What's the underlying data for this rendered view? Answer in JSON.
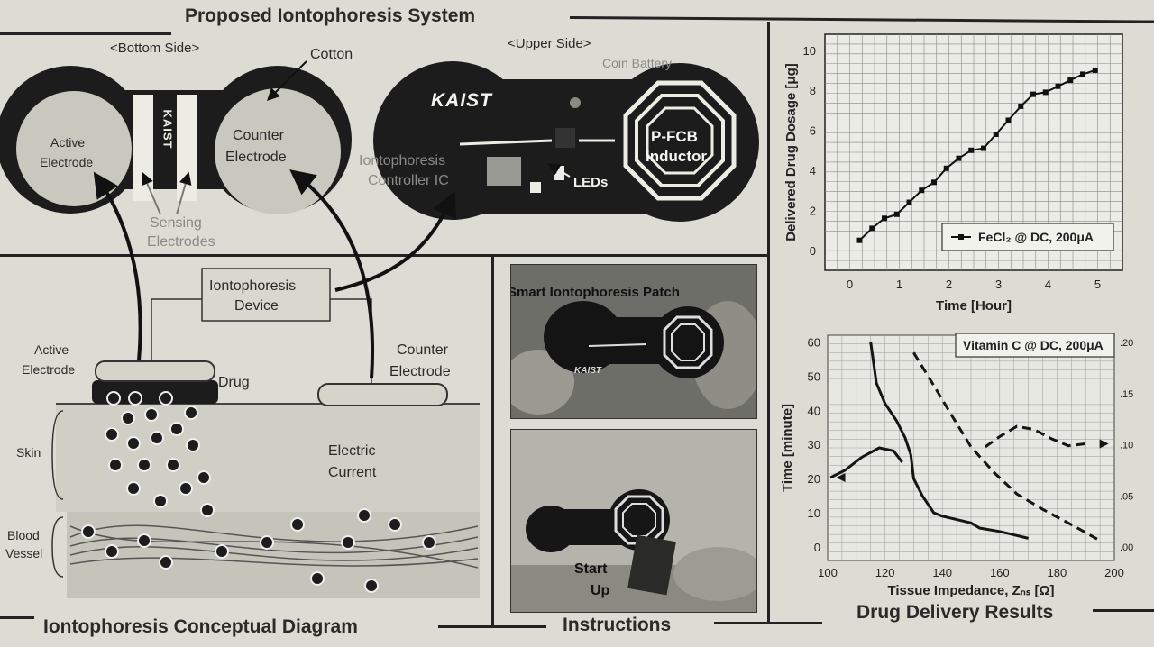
{
  "titles": {
    "system": "Proposed Iontophoresis System",
    "conceptual": "Iontophoresis Conceptual Diagram",
    "instructions": "Instructions",
    "results": "Drug Delivery Results"
  },
  "system": {
    "bottom_side": "<Bottom Side>",
    "upper_side": "<Upper Side>",
    "cotton": "Cotton",
    "active_electrode": [
      "Active",
      "Electrode"
    ],
    "counter_electrode": [
      "Counter",
      "Electrode"
    ],
    "sensing_electrodes": [
      "Sensing",
      "Electrodes"
    ],
    "kaist_logo": "KAIST",
    "coin_battery": "Coin Battery",
    "controller_ic": [
      "Iontophoresis",
      "Controller IC"
    ],
    "leds": "LEDs",
    "inductor": [
      "P-FCB",
      "Inductor"
    ]
  },
  "conceptual": {
    "device": [
      "Iontophoresis",
      "Device"
    ],
    "active_electrode": [
      "Active",
      "Electrode"
    ],
    "drug": "Drug",
    "counter_electrode": [
      "Counter",
      "Electrode"
    ],
    "skin": "Skin",
    "blood_vessel": [
      "Blood",
      "Vessel"
    ],
    "electric_current": [
      "Electric",
      "Current"
    ]
  },
  "instructions": {
    "patch_label": "Smart Iontophoresis Patch",
    "start_up": [
      "Start",
      "Up"
    ]
  },
  "chart_data": [
    {
      "type": "line",
      "xlabel": "Time [Hour]",
      "ylabel": "Delivered Drug Dosage [μg]",
      "xlim": [
        -0.5,
        5.5
      ],
      "ylim": [
        -1,
        10.8
      ],
      "xticks": [
        0,
        1,
        2,
        3,
        4,
        5
      ],
      "yticks": [
        0,
        2,
        4,
        6,
        8,
        10
      ],
      "grid": true,
      "legend_position": "bottom-right",
      "series": [
        {
          "name": "FeCl₂ @ DC, 200μA",
          "x": [
            0.2,
            0.45,
            0.7,
            0.95,
            1.2,
            1.45,
            1.7,
            1.95,
            2.2,
            2.45,
            2.7,
            2.95,
            3.2,
            3.45,
            3.7,
            3.95,
            4.2,
            4.45,
            4.7,
            4.95
          ],
          "y": [
            0.5,
            1.1,
            1.6,
            1.8,
            2.4,
            3.0,
            3.4,
            4.1,
            4.6,
            5.0,
            5.1,
            5.8,
            6.5,
            7.2,
            7.8,
            7.9,
            8.2,
            8.5,
            8.8,
            9.0
          ]
        }
      ]
    },
    {
      "type": "line",
      "title": "Vitamin C @ DC, 200μA",
      "xlabel": "Tissue Impedance, Zₙₛ [Ω]",
      "ylabel": "Time [minute]",
      "xlim": [
        100,
        200
      ],
      "ylim": [
        -4,
        62
      ],
      "y2lim": [
        -0.013,
        0.207
      ],
      "xticks": [
        100,
        120,
        140,
        160,
        180,
        200
      ],
      "yticks": [
        0,
        10,
        20,
        30,
        40,
        50,
        60
      ],
      "y2ticks": [
        0.0,
        0.05,
        0.1,
        0.15,
        0.2
      ],
      "y2ticklabels": [
        ".00",
        ".05",
        ".10",
        ".15",
        ".20"
      ],
      "grid": true,
      "series": [
        {
          "axis": "left",
          "style": "solid",
          "x": [
            115,
            117,
            120,
            124,
            127,
            129,
            130,
            133,
            137,
            140,
            145,
            150,
            153,
            160,
            165,
            170
          ],
          "y": [
            60,
            48,
            42,
            37,
            32,
            27,
            20,
            15,
            10,
            9,
            8,
            7,
            5.5,
            4.5,
            3.5,
            2.5
          ]
        },
        {
          "axis": "right",
          "style": "solid",
          "x": [
            101,
            106,
            112,
            118,
            123,
            126
          ],
          "y": [
            0.068,
            0.075,
            0.088,
            0.097,
            0.094,
            0.083
          ]
        },
        {
          "axis": "right",
          "style": "dashed",
          "x": [
            130,
            137,
            143,
            150,
            158,
            166,
            175,
            185,
            194
          ],
          "y": [
            0.19,
            0.158,
            0.13,
            0.098,
            0.073,
            0.052,
            0.037,
            0.022,
            0.008
          ]
        },
        {
          "axis": "right",
          "style": "dashed",
          "x": [
            155,
            160,
            166,
            172,
            178,
            184,
            190
          ],
          "y": [
            0.098,
            0.108,
            0.118,
            0.115,
            0.106,
            0.099,
            0.101
          ]
        }
      ]
    }
  ]
}
